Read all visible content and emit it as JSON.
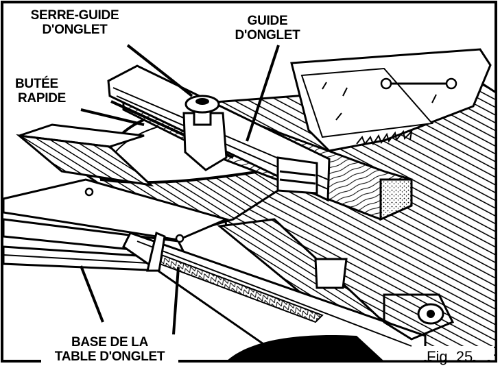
{
  "labels": {
    "serre_guide_line1": "SERRE-GUIDE",
    "serre_guide_line2": "D'ONGLET",
    "guide_line1": "GUIDE",
    "guide_line2": "D'ONGLET",
    "butee_line1": "BUTÉE",
    "butee_line2": "RAPIDE",
    "base_line1": "BASE DE LA",
    "base_line2": "TABLE D'ONGLET"
  },
  "figure_label": "Fig. 25",
  "colors": {
    "ink": "#000000",
    "paper": "#ffffff"
  }
}
